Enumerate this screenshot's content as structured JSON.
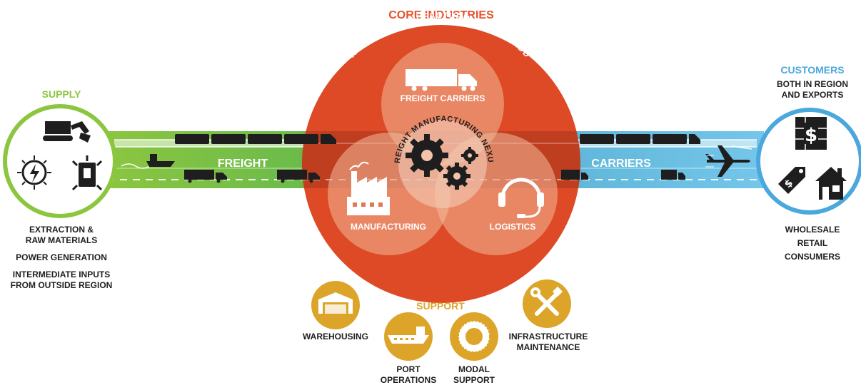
{
  "colors": {
    "supply": "#8cc63f",
    "customers": "#4aa8dd",
    "core": "#dd4a25",
    "core_title": "#e8512a",
    "support": "#dca52a",
    "band_left": "#6cbb4b",
    "band_mid": "#c24a27",
    "band_right": "#6fc3e7",
    "text_dark": "#1e1e1e"
  },
  "core": {
    "title": "CORE INDUSTRIES",
    "arc_label": "REGIONAL MANUFACTURING VALUE ADD",
    "nexus_label": "FREIGHT MANUFACTURING NEXUS",
    "circles": {
      "freight_carriers": "FREIGHT CARRIERS",
      "manufacturing": "MANUFACTURING",
      "logistics": "LOGISTICS"
    }
  },
  "flow": {
    "freight": "FREIGHT",
    "carriers": "CARRIERS"
  },
  "supply": {
    "title": "SUPPLY",
    "items": [
      "EXTRACTION &",
      "RAW MATERIALS",
      "POWER GENERATION",
      "INTERMEDIATE INPUTS",
      "FROM OUTSIDE REGION"
    ],
    "icons": [
      "excavator-icon",
      "power-plant-icon",
      "mine-cart-icon"
    ]
  },
  "customers": {
    "title": "CUSTOMERS",
    "subtitle_line1": "BOTH IN REGION",
    "subtitle_line2": "AND EXPORTS",
    "items": [
      "WHOLESALE",
      "RETAIL",
      "CONSUMERS"
    ],
    "icons": [
      "dollar-crate-icon",
      "price-tag-icon",
      "house-icon"
    ]
  },
  "support": {
    "title": "SUPPORT",
    "items": {
      "warehousing": "WAREHOUSING",
      "port_line1": "PORT",
      "port_line2": "OPERATIONS",
      "modal_line1": "MODAL",
      "modal_line2": "SUPPORT",
      "infra_line1": "INFRASTRUCTURE",
      "infra_line2": "MAINTENANCE"
    },
    "icons": [
      "warehouse-icon",
      "ship-icon",
      "tire-icon",
      "tools-icon"
    ]
  }
}
